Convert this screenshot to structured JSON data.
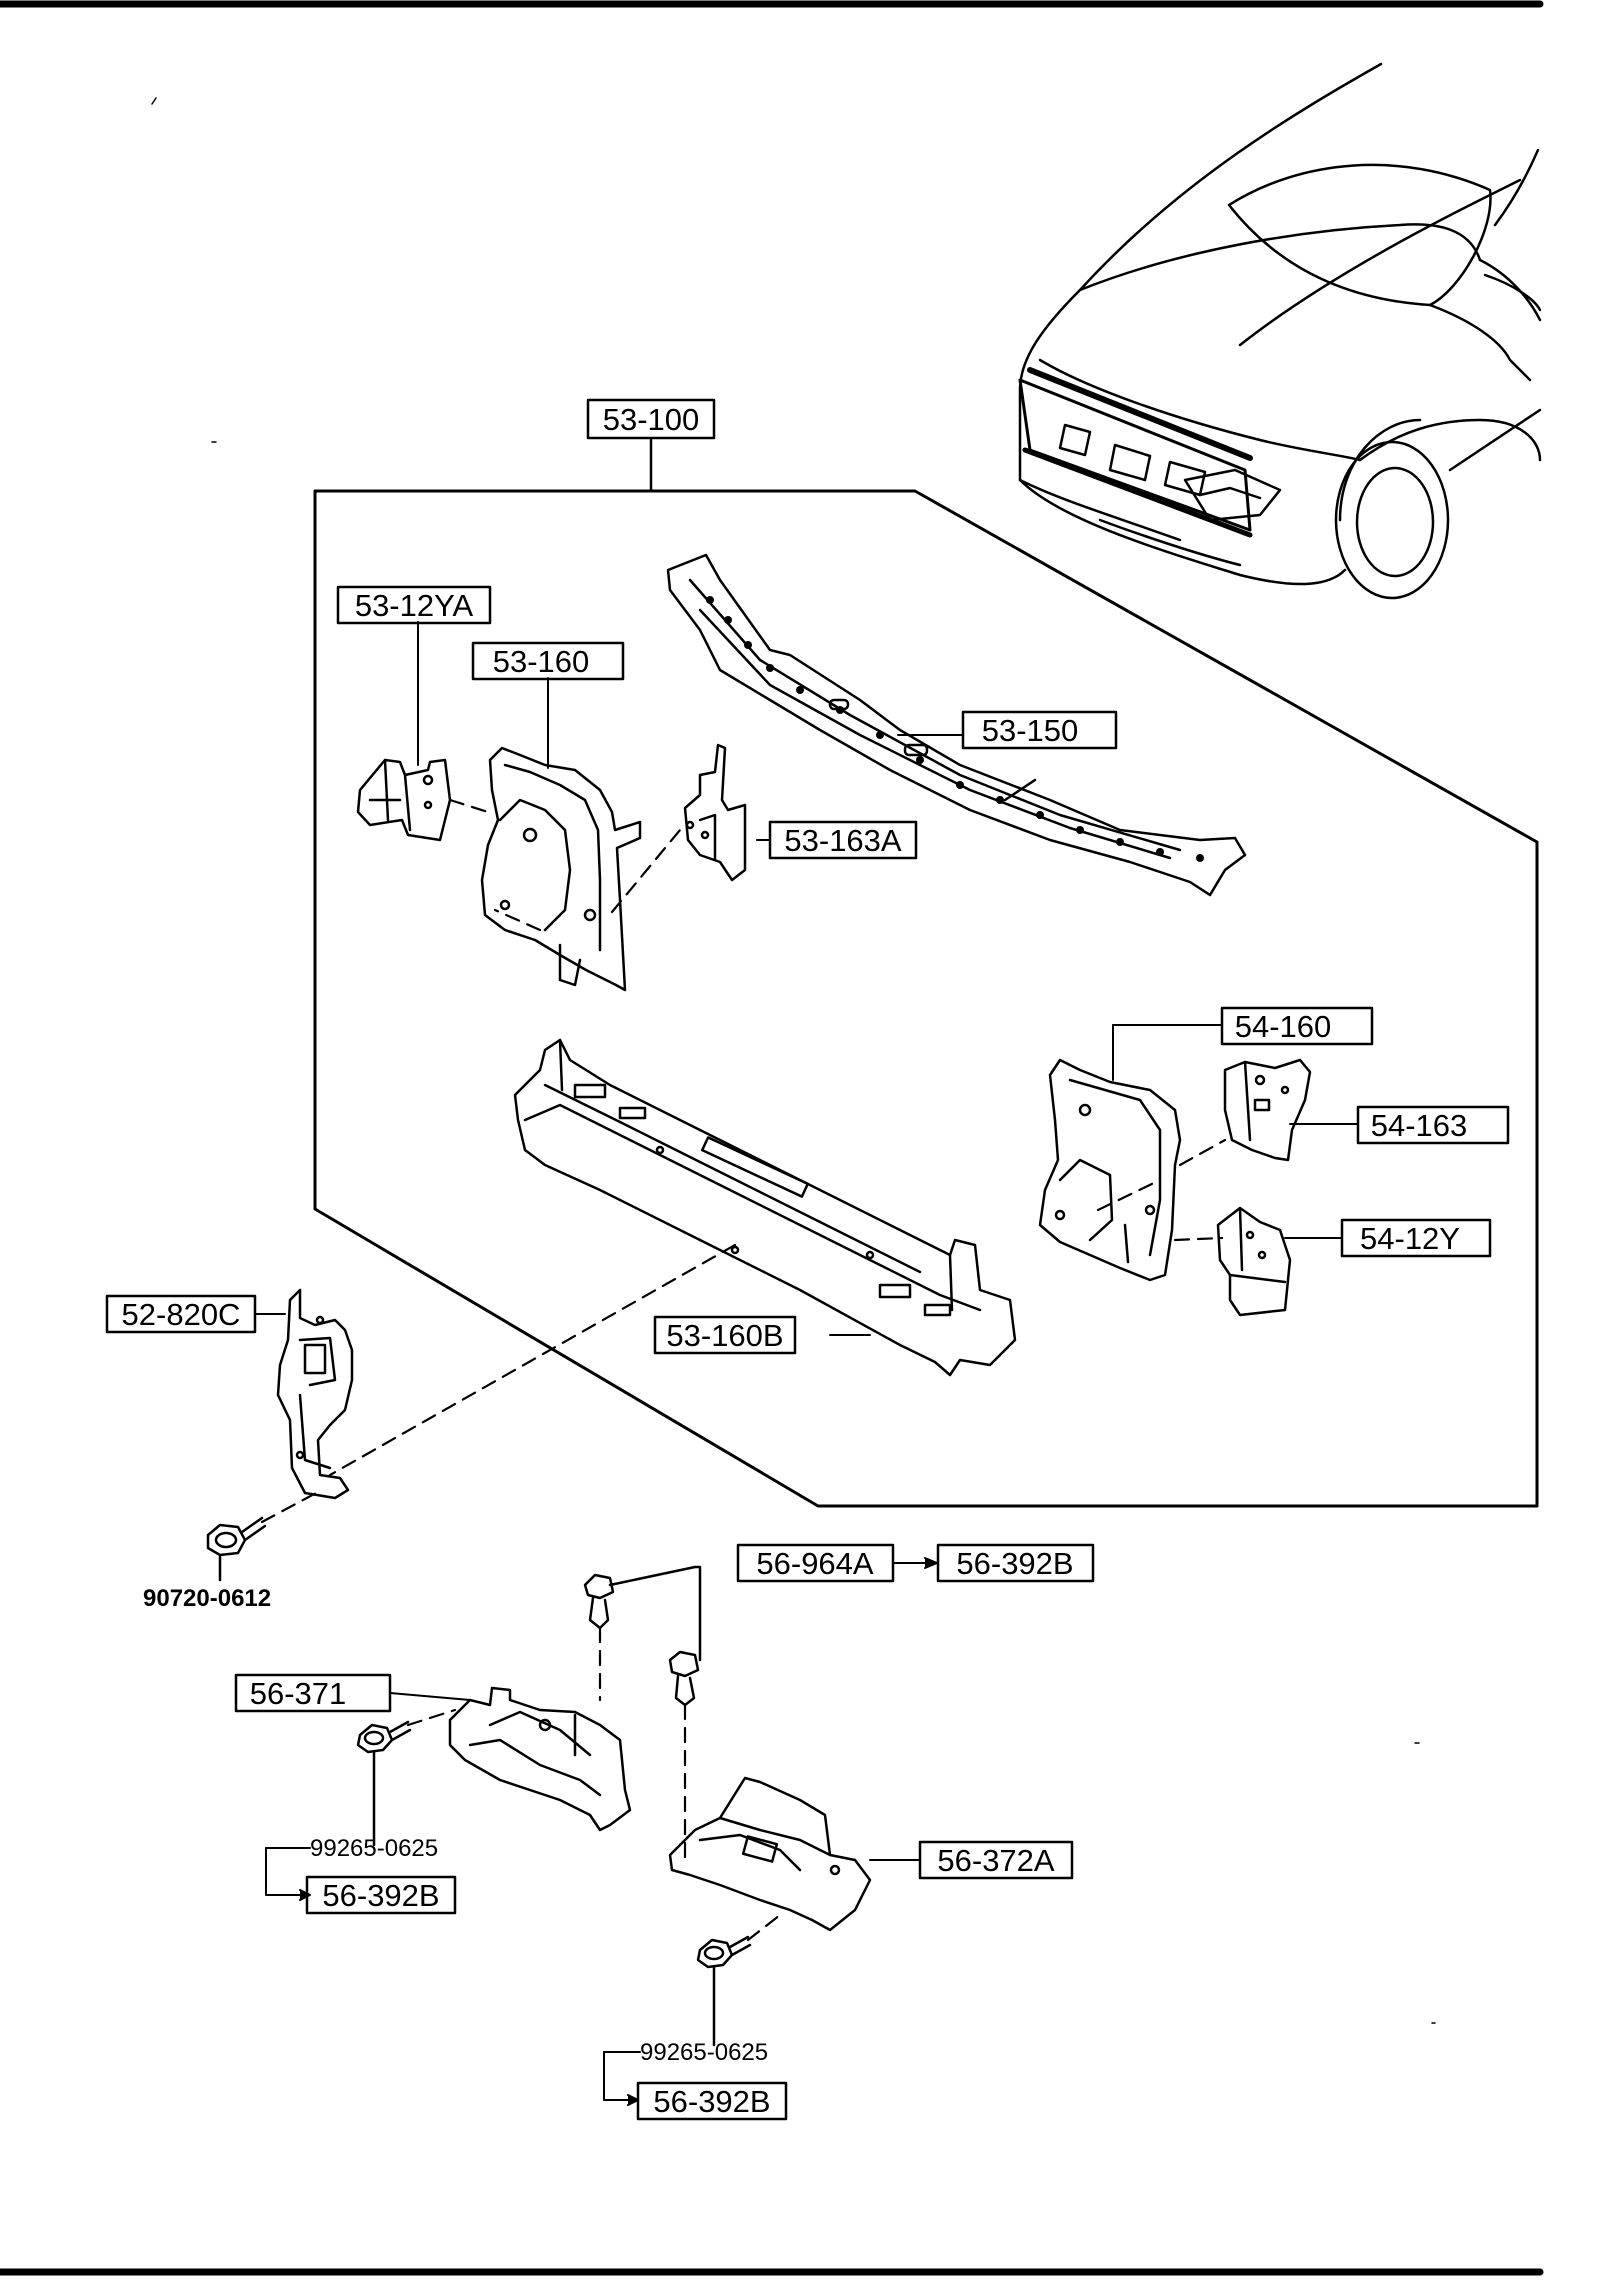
{
  "callouts": {
    "assembly": "53-100",
    "bracket_left_upper": "53-12YA",
    "shroud_left": "53-160",
    "upper_member": "53-150",
    "bracket_left_inner": "53-163A",
    "shroud_right": "54-160",
    "bracket_right_inner": "54-163",
    "bracket_right_lower": "54-12Y",
    "lower_member": "53-160B",
    "side_bracket": "52-820C",
    "clip": "56-964A",
    "clip_ref": "56-392B",
    "under_cover_left": "56-371",
    "under_cover_right": "56-372A",
    "ref_left": "56-392B",
    "ref_bottom": "56-392B"
  },
  "part_numbers": {
    "bolt_main": "90720-0612",
    "screw_left": "99265-0625",
    "screw_bottom": "99265-0625"
  }
}
